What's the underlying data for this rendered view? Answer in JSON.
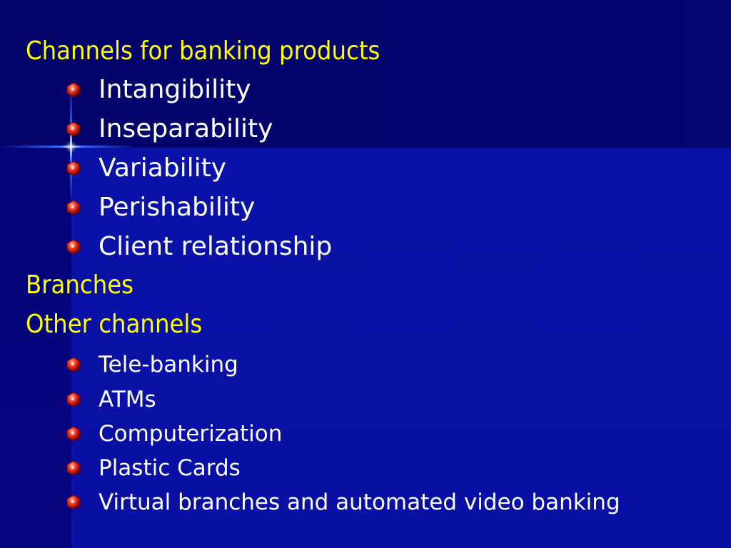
{
  "slide": {
    "sections": [
      {
        "heading": "Channels for banking products",
        "items": [
          "Intangibility",
          "Inseparability",
          "Variability",
          "Perishability",
          "Client relationship"
        ]
      },
      {
        "heading": "Branches",
        "items": []
      },
      {
        "heading": "Other channels",
        "items": [
          "Tele-banking",
          "ATMs",
          "Computerization",
          "Plastic Cards",
          "Virtual branches and automated video banking"
        ]
      }
    ]
  },
  "colors": {
    "background": "#0a10a6",
    "top_band": "#04046e",
    "heading": "#ffff00",
    "body_text": "#ffffff",
    "bullet": "#e0301e"
  },
  "icons": {
    "bullet": "red-gem-bullet-icon"
  }
}
